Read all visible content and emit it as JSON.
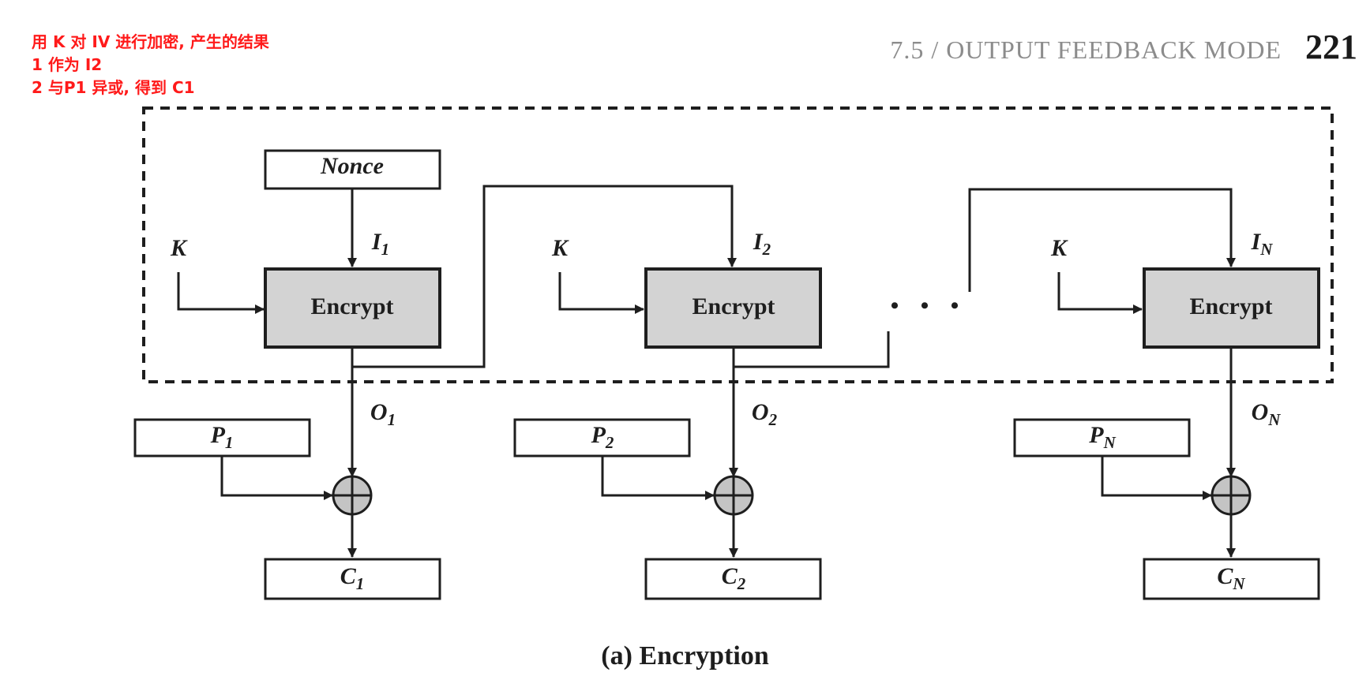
{
  "annotation": {
    "lines": [
      "用 K 对 IV 进行加密, 产生的结果",
      "1 作为 I2",
      "2 与P1 异或, 得到 C1"
    ],
    "color": "#ff1a1a"
  },
  "header": {
    "section": "7.5 / OUTPUT FEEDBACK MODE",
    "page": "221"
  },
  "diagram": {
    "nonce_label": "Nonce",
    "encrypt_label": "Encrypt",
    "key_label": "K",
    "ellipsis": "• • •",
    "stages": [
      {
        "sub": "1",
        "input": "I",
        "output": "O",
        "plaintext": "P",
        "ciphertext": "C"
      },
      {
        "sub": "2",
        "input": "I",
        "output": "O",
        "plaintext": "P",
        "ciphertext": "C"
      },
      {
        "sub": "N",
        "input": "I",
        "output": "O",
        "plaintext": "P",
        "ciphertext": "C"
      }
    ],
    "caption": "(a) Encryption",
    "colors": {
      "line": "#1e1e1e",
      "encrypt_fill": "#d3d3d3",
      "xor_fill": "#c4c4c4"
    }
  }
}
